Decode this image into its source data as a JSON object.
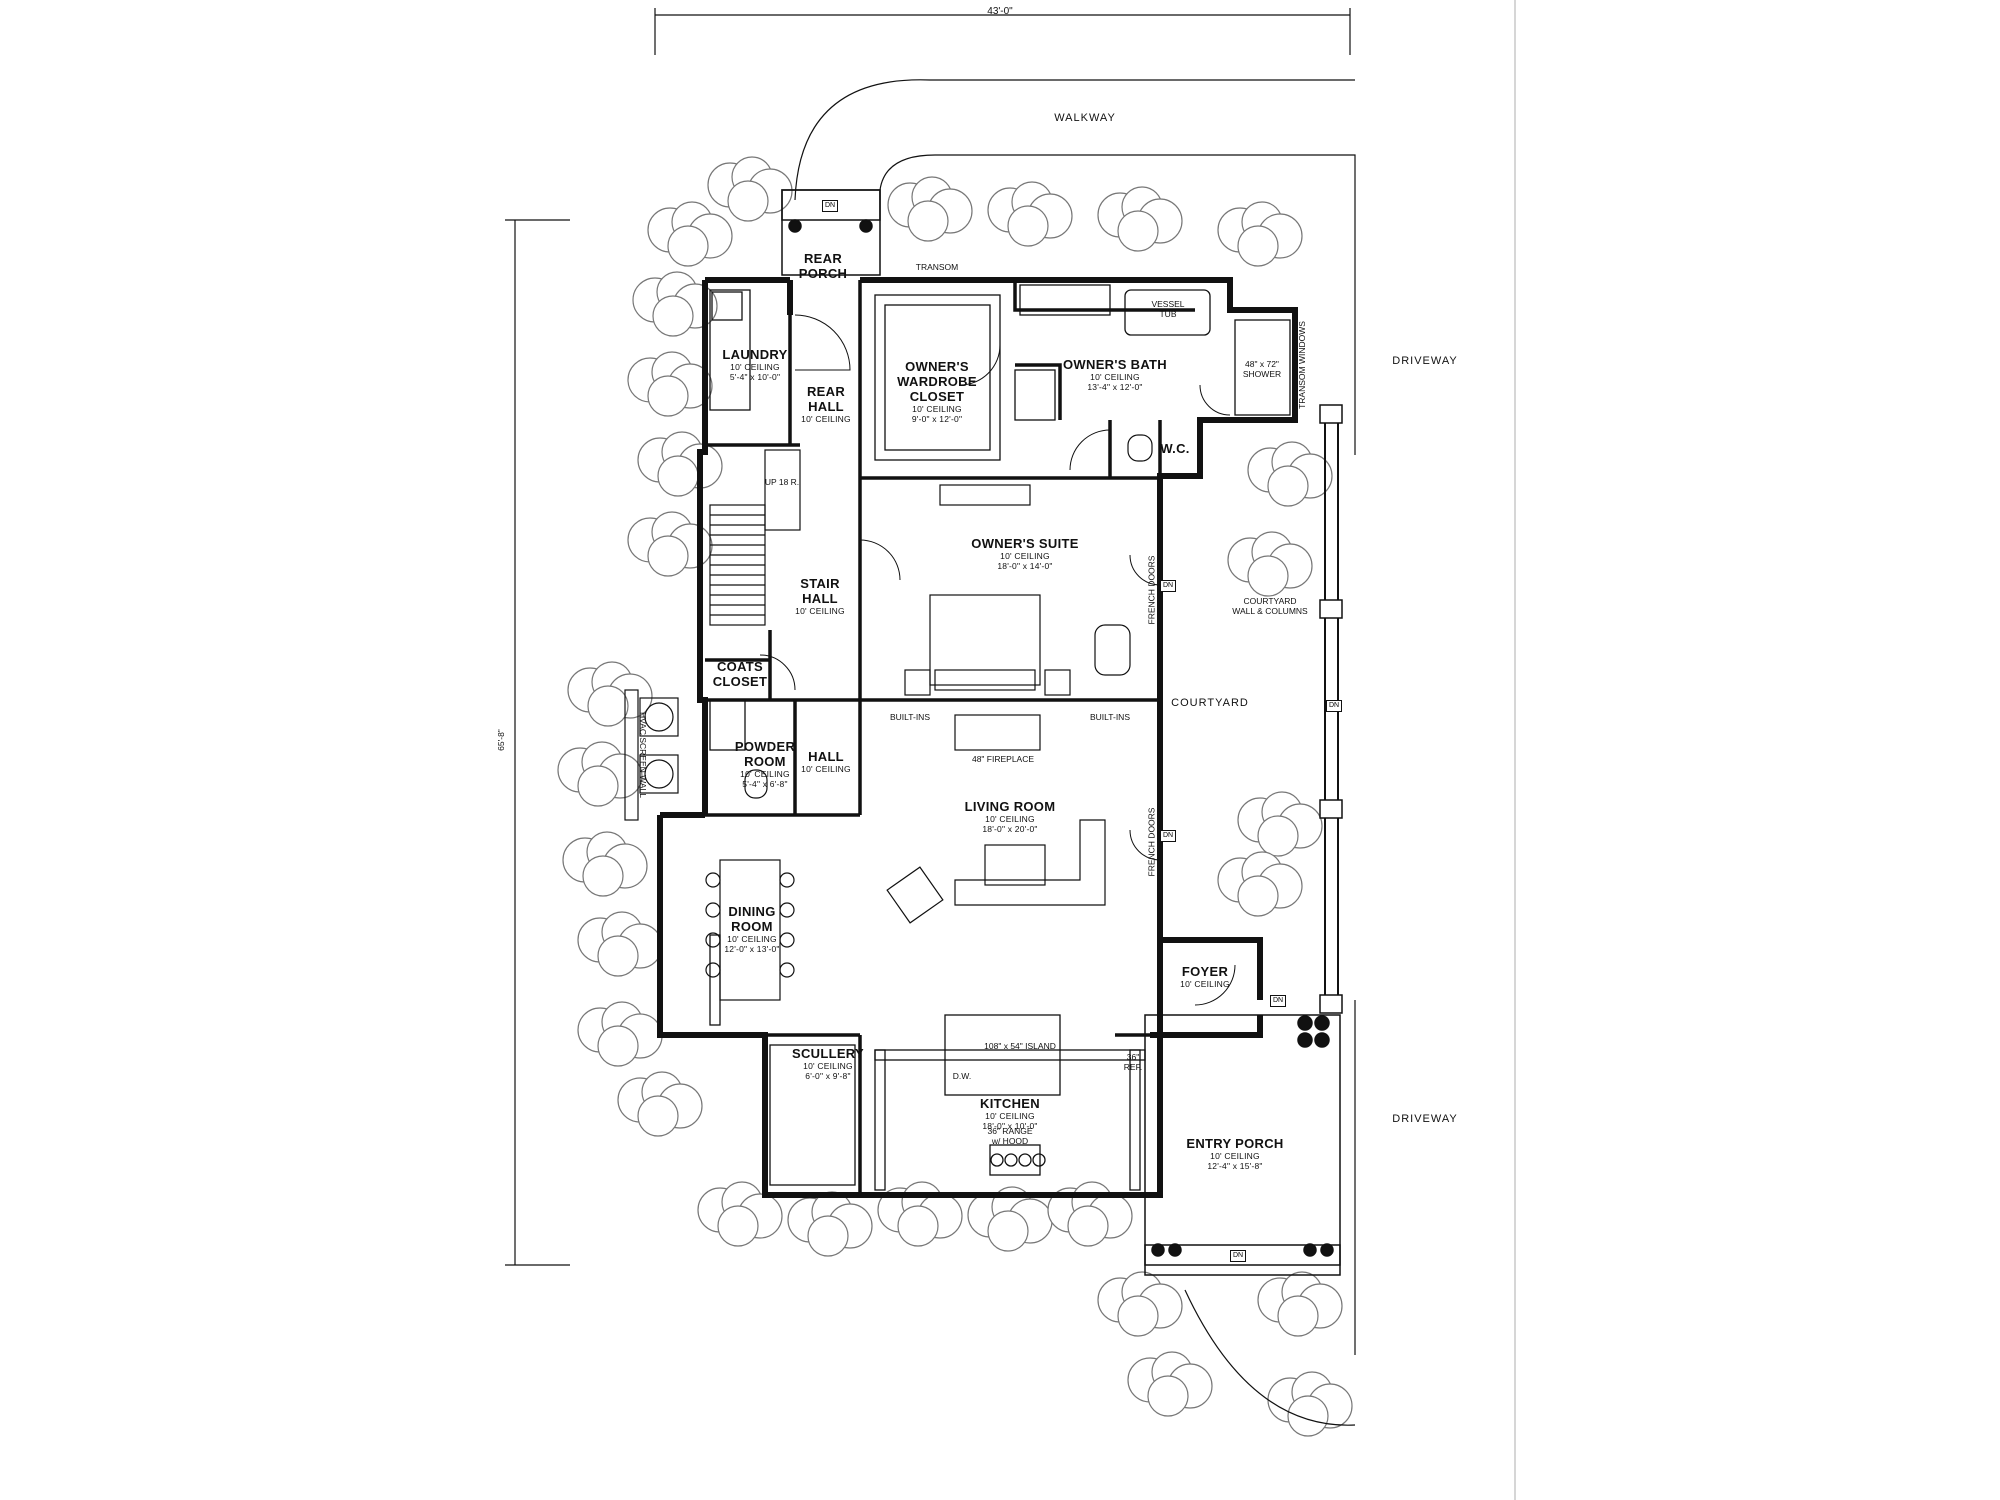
{
  "dimensions": {
    "width": "43'-0\"",
    "depth": "65'-8\""
  },
  "site": {
    "walkway": "WALKWAY",
    "driveway_top": "DRIVEWAY",
    "driveway_bottom": "DRIVEWAY",
    "courtyard": "COURTYARD",
    "courtyard_wall": "COURTYARD",
    "courtyard_wall2": "WALL & COLUMNS"
  },
  "rooms": {
    "rear_porch": {
      "name1": "REAR",
      "name2": "PORCH"
    },
    "laundry": {
      "name": "LAUNDRY",
      "ceiling": "10' CEILING",
      "size": "5'-4\" x 10'-0\""
    },
    "rear_hall": {
      "name1": "REAR",
      "name2": "HALL",
      "ceiling": "10' CEILING"
    },
    "wardrobe": {
      "name1": "OWNER'S",
      "name2": "WARDROBE",
      "name3": "CLOSET",
      "ceiling": "10' CEILING",
      "size": "9'-0\" x 12'-0\""
    },
    "owners_bath": {
      "name": "OWNER'S BATH",
      "ceiling": "10' CEILING",
      "size": "13'-4\" x 12'-0\""
    },
    "shower": {
      "size": "48\" x 72\"",
      "name": "SHOWER"
    },
    "wc": {
      "name": "W.C."
    },
    "owners_suite": {
      "name": "OWNER'S SUITE",
      "ceiling": "10' CEILING",
      "size": "18'-0\" x 14'-0\""
    },
    "stair_hall": {
      "name1": "STAIR",
      "name2": "HALL",
      "ceiling": "10' CEILING"
    },
    "coats_closet": {
      "name1": "COATS",
      "name2": "CLOSET"
    },
    "powder_room": {
      "name1": "POWDER",
      "name2": "ROOM",
      "ceiling": "10' CEILING",
      "size": "5'-4\" x 6'-8\""
    },
    "hall": {
      "name": "HALL",
      "ceiling": "10' CEILING"
    },
    "living_room": {
      "name": "LIVING ROOM",
      "ceiling": "10' CEILING",
      "size": "18'-0\" x 20'-0\""
    },
    "dining_room": {
      "name1": "DINING",
      "name2": "ROOM",
      "ceiling": "10' CEILING",
      "size": "12'-0\" x 13'-0\""
    },
    "foyer": {
      "name": "FOYER",
      "ceiling": "10' CEILING"
    },
    "scullery": {
      "name": "SCULLERY",
      "ceiling": "10' CEILING",
      "size": "6'-0\" x 9'-8\""
    },
    "kitchen": {
      "name": "KITCHEN",
      "ceiling": "10' CEILING",
      "size": "18'-0\" x 10'-0\""
    },
    "entry_porch": {
      "name": "ENTRY PORCH",
      "ceiling": "10' CEILING",
      "size": "12'-4\" x 15'-8\""
    }
  },
  "fixtures": {
    "transom": "TRANSOM",
    "vessel_tub1": "VESSEL",
    "vessel_tub2": "TUB",
    "transom_windows": "TRANSOM WINDOWS",
    "stair_up": "UP 18 R.",
    "french_doors": "FRENCH DOORS",
    "built_ins_left": "BUILT-INS",
    "built_ins_right": "BUILT-INS",
    "fireplace": "48\" FIREPLACE",
    "hvac_wall": "HVAC SCREEN WALL",
    "island": "108\" x 54\" ISLAND",
    "dw": "D.W.",
    "ref1": "36\"",
    "ref2": "REF.",
    "range1": "36\" RANGE",
    "range2": "w/ HOOD",
    "dn": "DN"
  }
}
